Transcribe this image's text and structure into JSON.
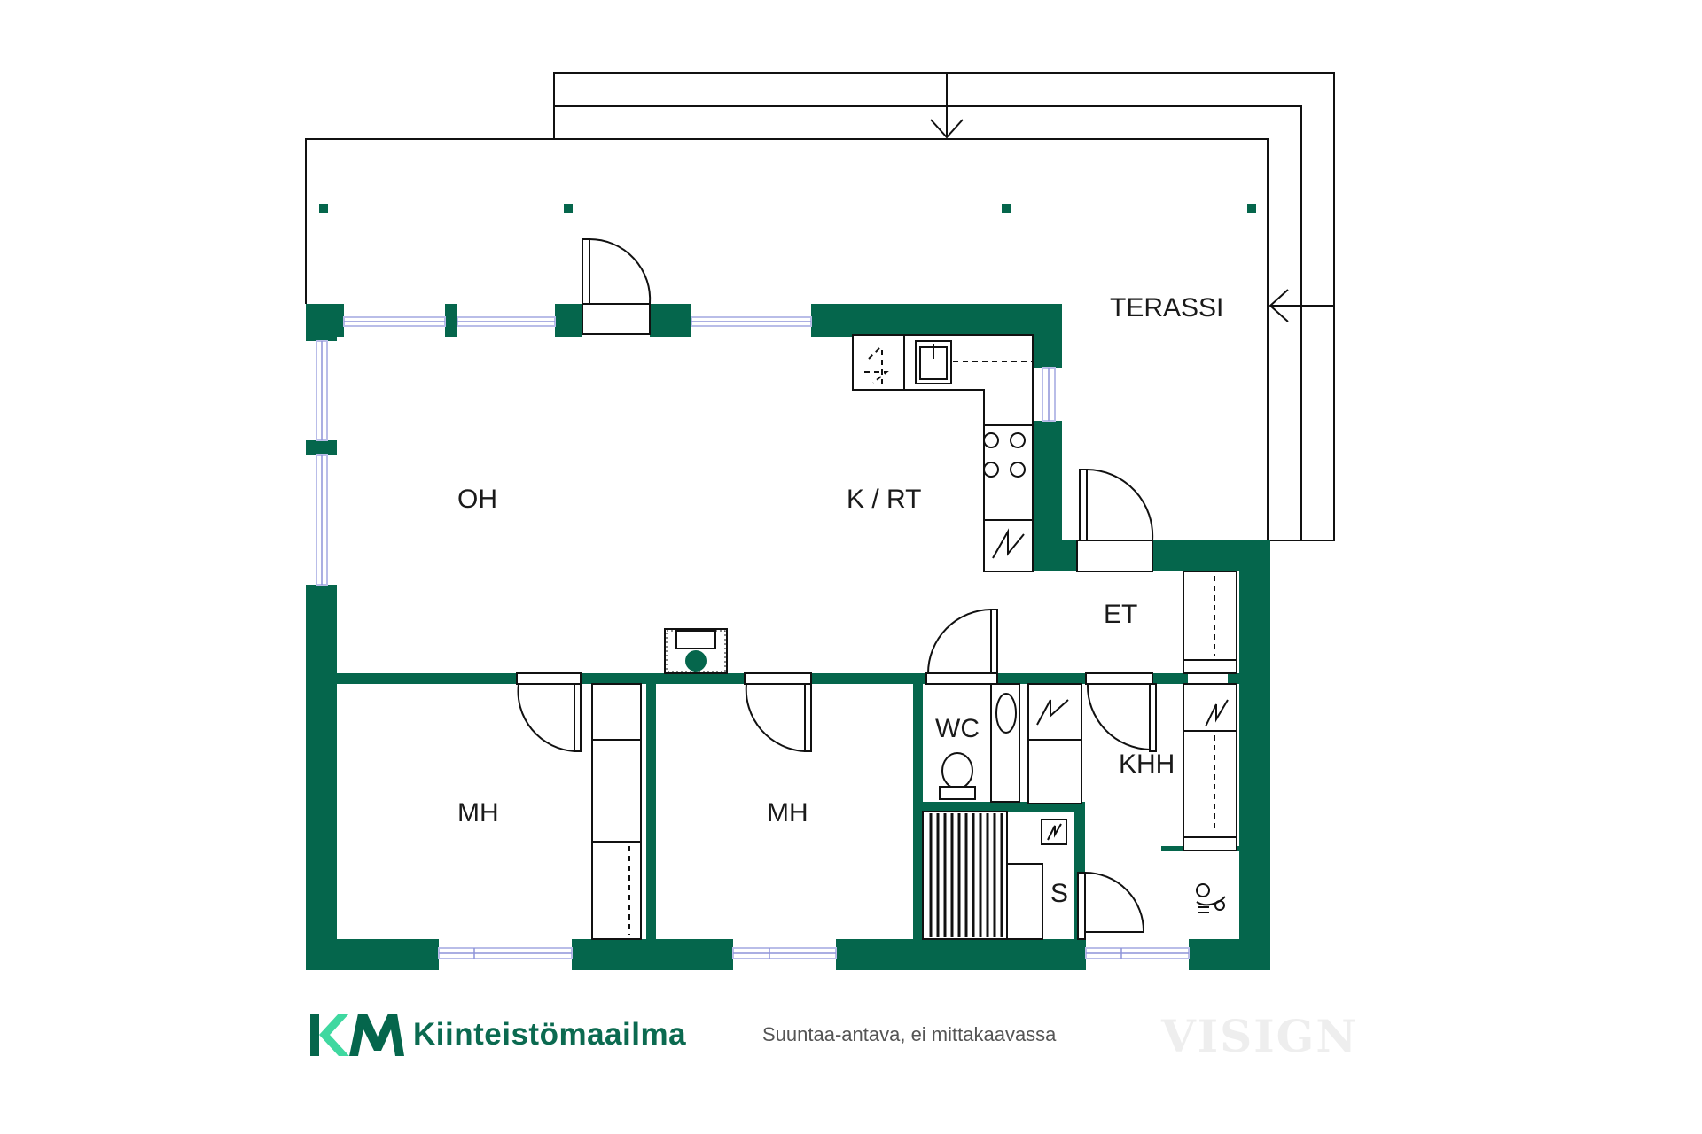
{
  "colors": {
    "wall": "#05664c",
    "window": "#b9bde8",
    "line": "#111111",
    "brand_light": "#3fd8a0"
  },
  "rooms": {
    "living": "OH",
    "kitchen": "K / RT",
    "terrace": "TERASSI",
    "entrance": "ET",
    "toilet": "WC",
    "utility": "KHH",
    "bedroom_left": "MH",
    "bedroom_right": "MH",
    "sauna": "S"
  },
  "brand": {
    "name": "Kiinteistömaailma",
    "icon": "km-logo-icon"
  },
  "footer": {
    "note": "Suuntaa-antava, ei mittakaavassa",
    "watermark": "VISIGN"
  }
}
